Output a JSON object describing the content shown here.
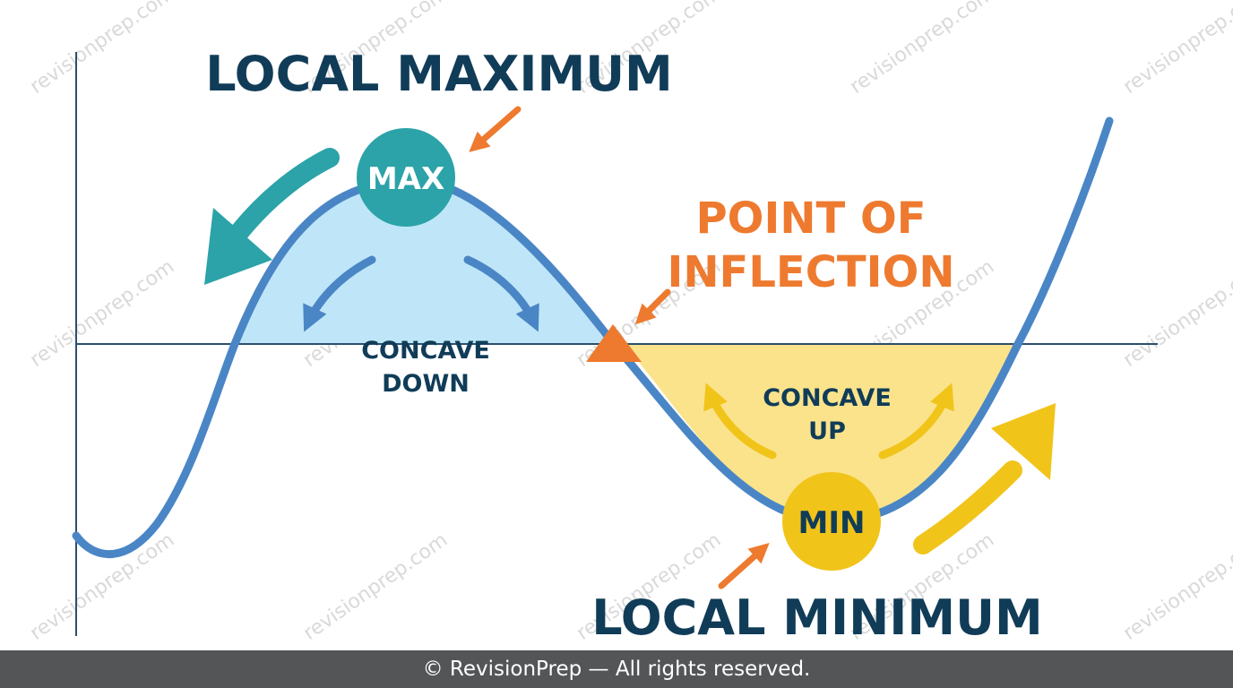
{
  "labels": {
    "local_maximum": "LOCAL MAXIMUM",
    "local_minimum": "LOCAL MINIMUM",
    "inflection_line1": "POINT OF",
    "inflection_line2": "INFLECTION",
    "max_badge": "MAX",
    "min_badge": "MIN",
    "concave_down_line1": "CONCAVE",
    "concave_down_line2": "DOWN",
    "concave_up_line1": "CONCAVE",
    "concave_up_line2": "UP"
  },
  "watermark": "revisionprep.com",
  "footer": {
    "text": "© RevisionPrep — All rights reserved."
  },
  "colors": {
    "curve": "#4a86c5",
    "axis": "#2c4f6e",
    "title_dark": "#103c58",
    "inflection_orange": "#ee7a2f",
    "max_teal": "#2ba3a8",
    "min_yellow": "#f1c41a",
    "concave_down_fill": "#bfe6f8",
    "concave_up_fill": "#fbe38c",
    "footer_bg": "#535557"
  }
}
